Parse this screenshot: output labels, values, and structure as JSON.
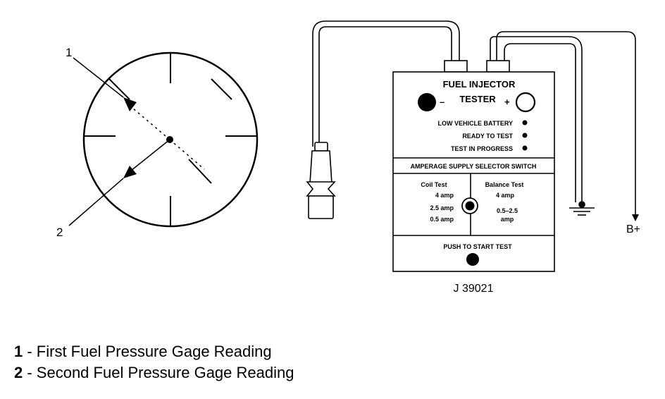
{
  "gauge": {
    "callout_1": "1",
    "callout_2": "2"
  },
  "tester": {
    "title_line1": "FUEL INJECTOR",
    "title_line2": "TESTER",
    "minus": "–",
    "plus": "+",
    "indicators": [
      "LOW VEHICLE BATTERY",
      "READY TO TEST",
      "TEST IN PROGRESS"
    ],
    "selector_header": "AMPERAGE SUPPLY SELECTOR SWITCH",
    "coil_test": {
      "title": "Coil Test",
      "values": [
        "4 amp",
        "2.5 amp",
        "0.5 amp"
      ]
    },
    "balance_test": {
      "title": "Balance Test",
      "value1": "4 amp",
      "value2a": "0.5–2.5",
      "value2b": "amp"
    },
    "start_label": "PUSH TO START TEST",
    "part_number": "J 39021"
  },
  "battery_label": "B+",
  "legend": [
    {
      "num": "1",
      "text": " - First Fuel Pressure Gage Reading"
    },
    {
      "num": "2",
      "text": " - Second Fuel Pressure Gage Reading"
    }
  ]
}
